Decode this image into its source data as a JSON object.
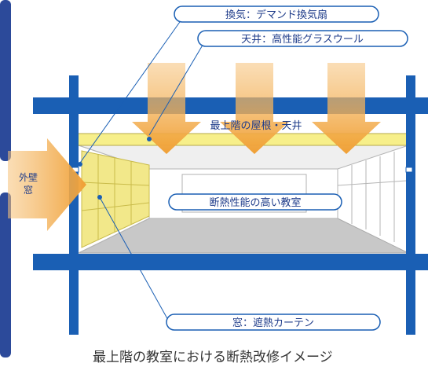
{
  "labels": {
    "ventilation": "換気：デマンド換気扇",
    "ceiling_insulation": "天井：高性能グラスウール",
    "roof_ceiling": "最上階の屋根・天井",
    "classroom": "断熱性能の高い教室",
    "exterior_wall": "外壁",
    "window": "窓",
    "curtain": "窓：遮熱カーテン"
  },
  "caption": "最上階の教室における断熱改修イメージ",
  "colors": {
    "structure": "#1a5fb4",
    "arrow": "#f2a33a",
    "insulation": "#f7ef8a",
    "curtain": "#f2e88a",
    "floor": "#c8c8c8",
    "text": "#1f3c8a",
    "side_panel": "#2c4a9a"
  }
}
